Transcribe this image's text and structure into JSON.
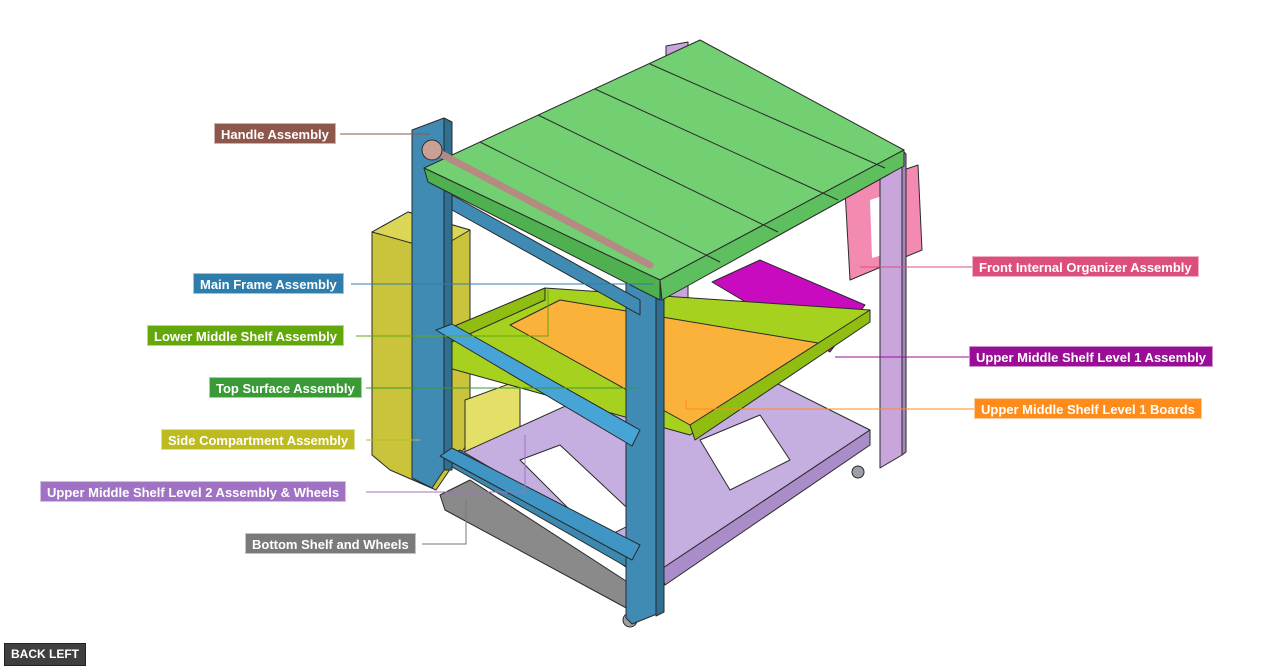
{
  "view_button": {
    "label": "BACK LEFT"
  },
  "callouts": [
    {
      "id": "handle",
      "label": "Handle Assembly",
      "color": "#8e574b"
    },
    {
      "id": "main-frame",
      "label": "Main Frame Assembly",
      "color": "#2e7dad"
    },
    {
      "id": "lower-middle",
      "label": "Lower Middle Shelf Assembly",
      "color": "#64a70b"
    },
    {
      "id": "top-surface",
      "label": "Top Surface Assembly",
      "color": "#3a9a36"
    },
    {
      "id": "side-comp",
      "label": "Side Compartment Assembly",
      "color": "#bdbb1f"
    },
    {
      "id": "upper2",
      "label": "Upper Middle Shelf Level 2 Assembly & Wheels",
      "color": "#9f72c4"
    },
    {
      "id": "bottom",
      "label": "Bottom Shelf and Wheels",
      "color": "#7a7a7a"
    },
    {
      "id": "front-org",
      "label": "Front Internal Organizer Assembly",
      "color": "#dd4f7b"
    },
    {
      "id": "upper1",
      "label": "Upper Middle Shelf Level 1 Assembly",
      "color": "#9a0d96"
    },
    {
      "id": "upper1-boards",
      "label": "Upper Middle Shelf Level 1 Boards",
      "color": "#ff8c1a"
    }
  ]
}
